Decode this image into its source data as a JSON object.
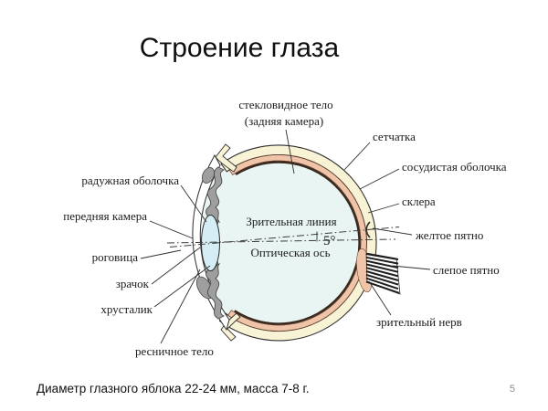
{
  "slide": {
    "title": "Строение глаза",
    "caption": "Диаметр глазного яблока 22-24 мм, масса 7-8 г.",
    "page_number": "5"
  },
  "diagram": {
    "labels": {
      "vitreous_line1": "стекловидное тело",
      "vitreous_line2": "(задняя камера)",
      "retina": "сетчатка",
      "choroid": "сосудистая оболочка",
      "sclera": "склера",
      "macula": "желтое пятно",
      "blind_spot": "слепое пятно",
      "optic_nerve": "зрительный нерв",
      "iris": "радужная оболочка",
      "anterior_chamber": "передняя камера",
      "cornea": "роговица",
      "pupil": "зрачок",
      "lens": "хрусталик",
      "ciliary_body": "ресничное тело",
      "visual_line": "Зрительная линия",
      "optical_axis": "Оптическая ось",
      "angle_value": "5°"
    },
    "colors": {
      "sclera_fill": "#f8f3d5",
      "choroid_fill": "#f0c4a8",
      "retina_line": "#3a281c",
      "vitreous_fill": "#e9f5f3",
      "lens_fill": "#d5edf5",
      "iris_fill": "#9e9e9e",
      "cornea_fill": "#ffffff",
      "nerve_stripe": "#1d1d1d"
    }
  }
}
